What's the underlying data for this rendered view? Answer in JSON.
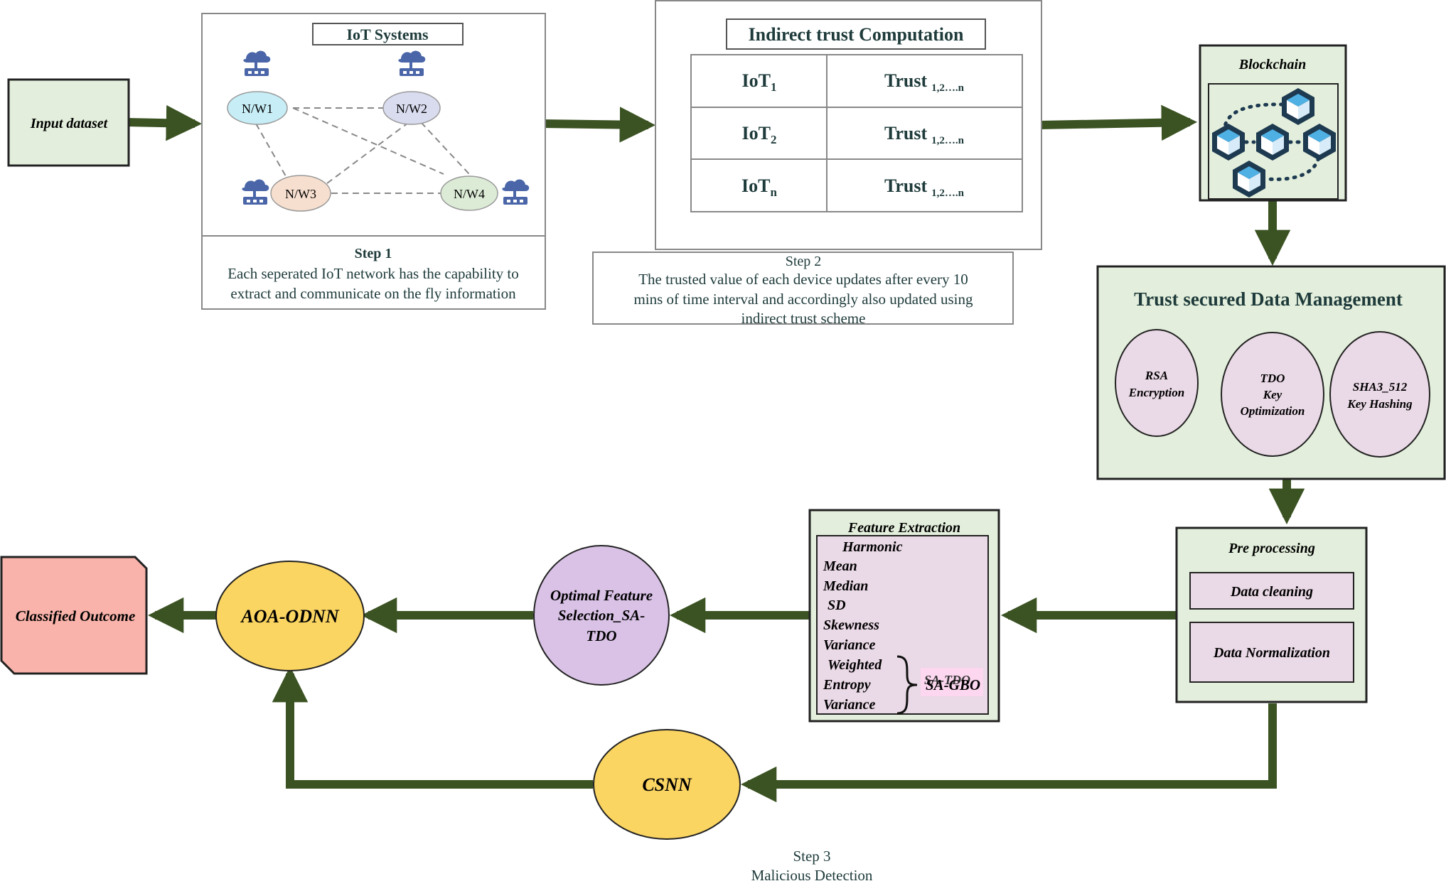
{
  "input": {
    "label": "Input dataset"
  },
  "step1": {
    "title": "IoT Systems",
    "nodes": [
      "N/W1",
      "N/W2",
      "N/W3",
      "N/W4"
    ],
    "caption_title": "Step 1",
    "caption_lines": [
      "Each seperated IoT network has the capability to",
      "extract and communicate on the fly information"
    ]
  },
  "step2": {
    "title": "Indirect trust Computation",
    "rows": [
      {
        "device": "IoT",
        "device_sub": "1",
        "trust": "Trust",
        "trust_sub": "1,2….n"
      },
      {
        "device": "IoT",
        "device_sub": "2",
        "trust": "Trust",
        "trust_sub": "1,2….n"
      },
      {
        "device": "IoT",
        "device_sub": "n",
        "trust": "Trust",
        "trust_sub": "1,2….n"
      }
    ],
    "caption_title": "Step 2",
    "caption_lines": [
      "The trusted value of each device updates after every 10",
      "mins of time interval and accordingly also updated using",
      "indirect trust scheme"
    ]
  },
  "blockchain": {
    "label": "Blockchain"
  },
  "trust_mgmt": {
    "title": "Trust secured Data  Management",
    "rsa": [
      "RSA",
      "Encryption"
    ],
    "tdo": [
      "TDO",
      "Key",
      "Optimization"
    ],
    "sha": [
      "SHA3_512",
      "Key Hashing"
    ]
  },
  "preprocessing": {
    "title": "Pre processing",
    "cleaning": "Data cleaning",
    "normalization": "Data Normalization"
  },
  "feature_extraction": {
    "title": "Feature Extraction",
    "features": [
      "Harmonic",
      "Mean",
      "Median",
      "SD",
      "Skewness",
      "Variance",
      "Weighted",
      "Entropy",
      "Variance"
    ],
    "tag": "SA-GBO",
    "tag_overlap": "SA-TDO"
  },
  "optimal_selection": {
    "lines": [
      "Optimal Feature",
      "Selection_SA-",
      "TDO"
    ]
  },
  "aoa_odnn": {
    "label": "AOA-ODNN"
  },
  "csnn": {
    "label": "CSNN"
  },
  "outcome": {
    "label": "Classified Outcome"
  },
  "step3": {
    "title": "Step 3",
    "subtitle": "Malicious Detection"
  },
  "colors": {
    "arrow": "#3b5323",
    "green_fill": "#e3efdc",
    "pink_fill": "#ead9e6",
    "yellow_fill": "#fbd562",
    "purple_fill": "#d9c2e6",
    "red_fill": "#f9b3aa",
    "cube": "#1e3a50",
    "cube_face": "#4fb0e3"
  }
}
